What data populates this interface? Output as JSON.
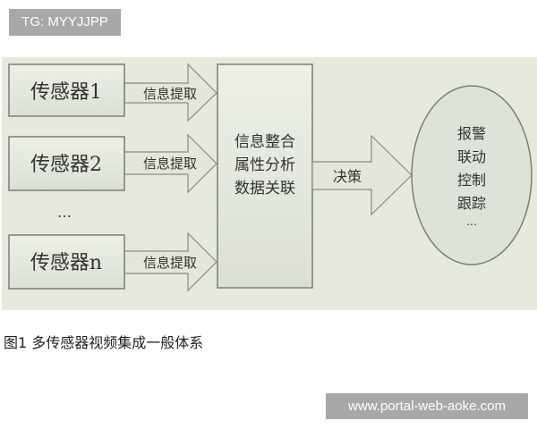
{
  "watermark_top": "TG: MYYJJPP",
  "watermark_bottom": "www.portal-web-aoke.com",
  "diagram": {
    "sensors": [
      {
        "label": "传感器1",
        "arrow_label": "信息提取"
      },
      {
        "label": "传感器2",
        "arrow_label": "信息提取"
      },
      {
        "label": "传感器n",
        "arrow_label": "信息提取"
      }
    ],
    "ellipsis": "…",
    "center_box": {
      "lines": [
        "信息整合",
        "属性分析",
        "数据关联"
      ]
    },
    "decision_arrow_label": "决策",
    "output_ellipse": {
      "lines": [
        "报警",
        "联动",
        "控制",
        "跟踪",
        "…"
      ]
    },
    "colors": {
      "background": "#e6e9dc",
      "box_fill": "#e2e5d6",
      "stroke": "#7d7f77",
      "text": "#333333"
    }
  },
  "caption": "图1 多传感器视频集成一般体系"
}
